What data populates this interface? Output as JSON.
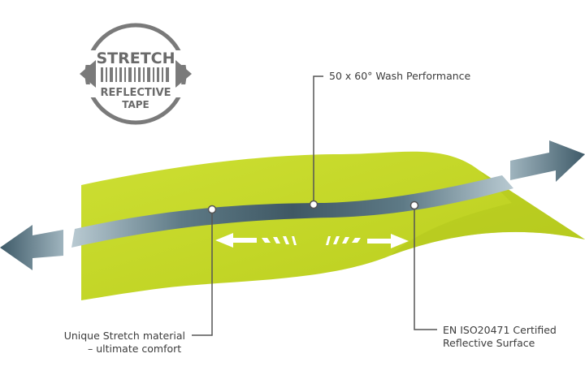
{
  "badge": {
    "line1": "STRETCH",
    "line2": "REFLECTIVE",
    "line3": "TAPE"
  },
  "callouts": {
    "wash": "50 x 60° Wash Performance",
    "stretch_line1": "Unique Stretch material",
    "stretch_line2": "– ultimate comfort",
    "certified_line1": "EN ISO20471 Certified",
    "certified_line2": "Reflective Surface"
  },
  "colors": {
    "fabric": "#c7d92a",
    "fabric_shadow": "#b5c81f",
    "reflective_strip": "#6f8791",
    "arrow": "#4e6b78",
    "callout_line": "#555555",
    "text": "#3c3c3c"
  }
}
